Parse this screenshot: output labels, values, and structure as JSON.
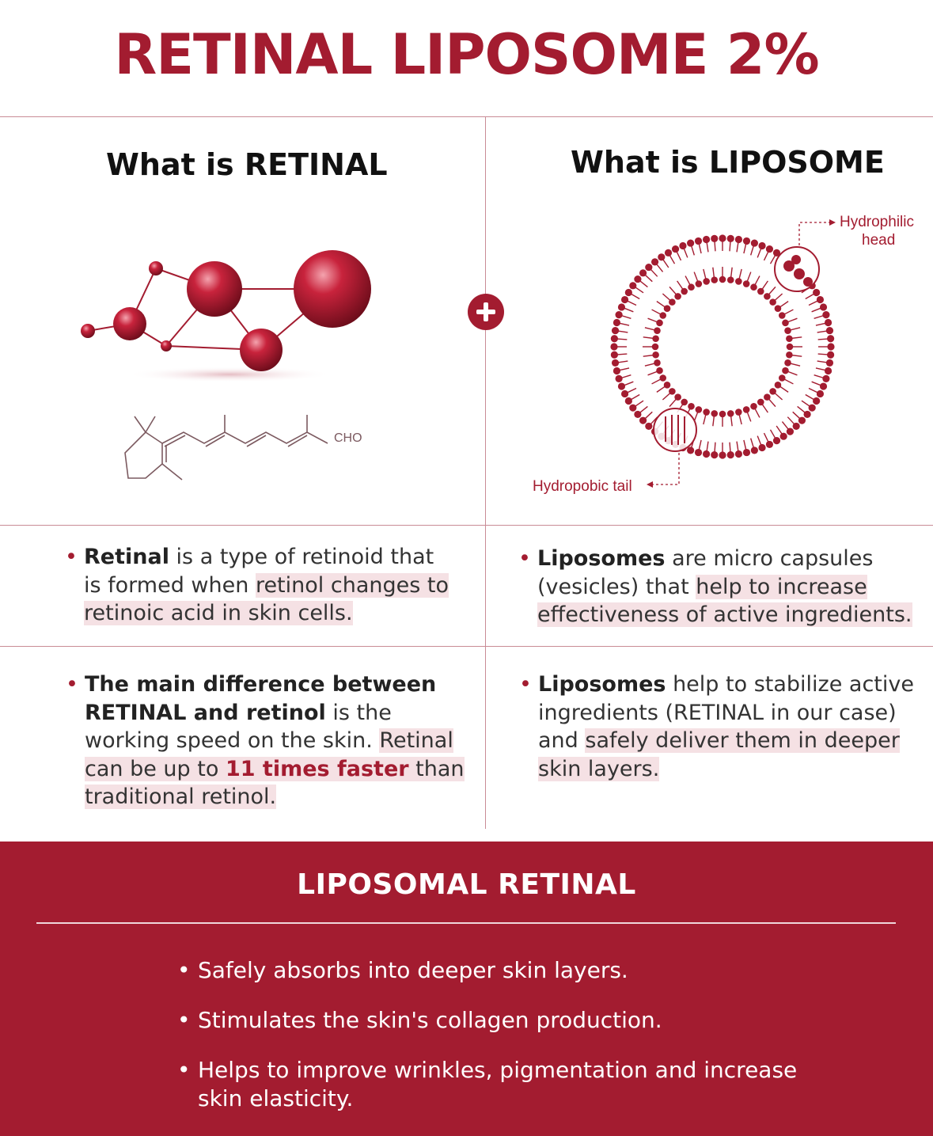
{
  "title": "RETINAL LIPOSOME 2%",
  "left_heading": "What is RETINAL",
  "right_heading": "What is LIPOSOME",
  "formula_label": "CHO",
  "liposome_labels": {
    "head_line1": "Hydrophilic",
    "head_line2": "head",
    "tail": "Hydropobic tail"
  },
  "retinal_1": {
    "bold": "Retinal",
    "pre": " is a type of retinoid that is formed when ",
    "highlight": "retinol changes to retinoic acid in skin cells."
  },
  "liposome_1": {
    "bold": "Liposomes",
    "pre": " are micro capsules (vesicles) that ",
    "highlight": "help to increase effectiveness of active ingredients."
  },
  "retinal_2": {
    "bold": "The main difference between RETINAL and retinol",
    "pre": " is the working speed  on the skin. ",
    "hl_pre": "Retinal can be up to ",
    "emph": "11 times faster",
    "hl_post": " than traditional retinol."
  },
  "liposome_2": {
    "bold": "Liposomes",
    "pre": " help to stabilize active ingredients (RETINAL in our case) and ",
    "highlight": "safely deliver them in deeper skin layers."
  },
  "summary": {
    "title": "LIPOSOMAL RETINAL",
    "items": [
      "Safely absorbs into deeper skin layers.",
      "Stimulates the skin's collagen production.",
      "Helps to improve wrinkles, pigmentation and increase skin elasticity."
    ]
  },
  "colors": {
    "accent": "#a31c30",
    "highlight": "#f5e1e4",
    "rule": "#c98c96"
  },
  "icons": [
    "plus-icon",
    "molecule-icon",
    "liposome-icon",
    "skeletal-formula-icon"
  ]
}
